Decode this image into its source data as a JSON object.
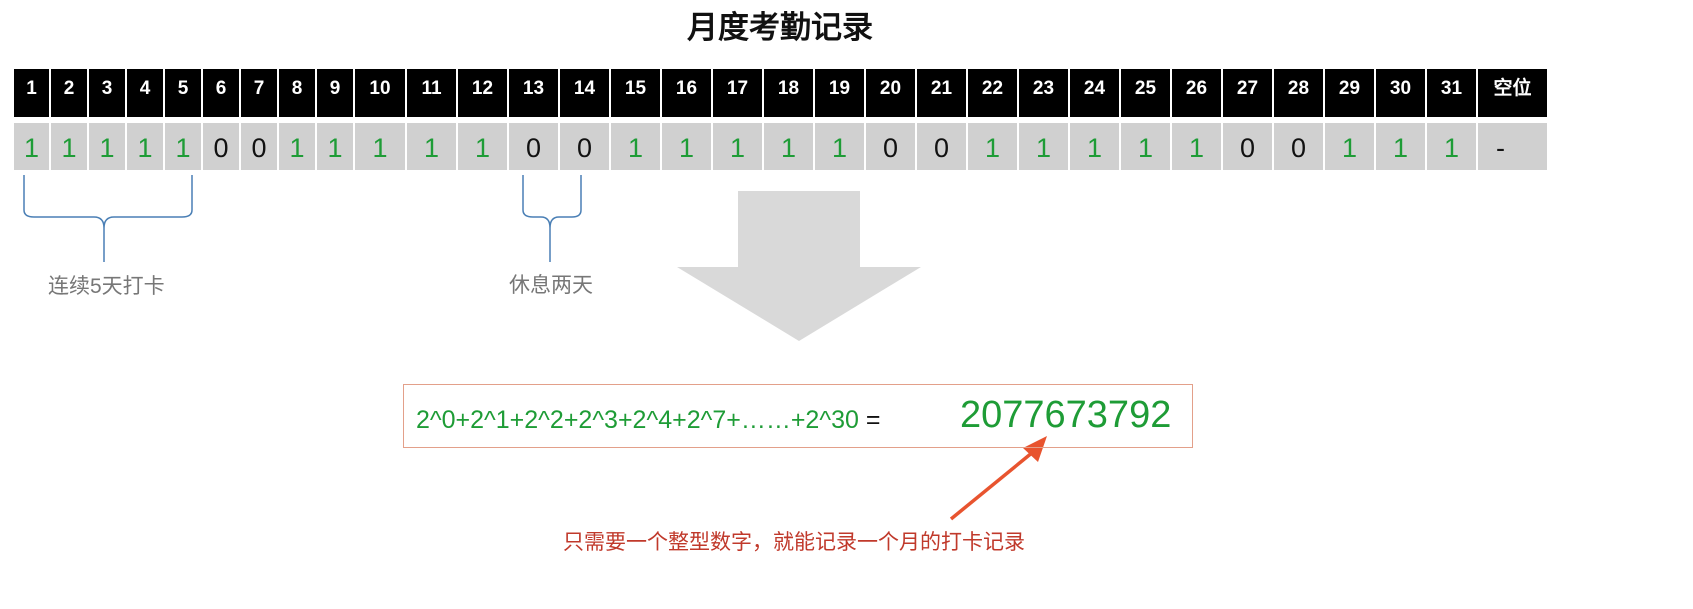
{
  "title": "月度考勤记录",
  "headers": [
    "1",
    "2",
    "3",
    "4",
    "5",
    "6",
    "7",
    "8",
    "9",
    "10",
    "11",
    "12",
    "13",
    "14",
    "15",
    "16",
    "17",
    "18",
    "19",
    "20",
    "21",
    "22",
    "23",
    "24",
    "25",
    "26",
    "27",
    "28",
    "29",
    "30",
    "31",
    "空位"
  ],
  "values": [
    "1",
    "1",
    "1",
    "1",
    "1",
    "0",
    "0",
    "1",
    "1",
    "1",
    "1",
    "1",
    "0",
    "0",
    "1",
    "1",
    "1",
    "1",
    "1",
    "0",
    "0",
    "1",
    "1",
    "1",
    "1",
    "1",
    "0",
    "0",
    "1",
    "1",
    "1",
    "-"
  ],
  "annotations": {
    "streak": "连续5天打卡",
    "rest": "休息两天"
  },
  "formula": {
    "expression": "2^0+2^1+2^2+2^3+2^4+2^7+……+2^30",
    "equals": "=",
    "result": "2077673792"
  },
  "caption": "只需要一个整型数字，就能记录一个月的打卡记录",
  "colors": {
    "header_bg": "#000000",
    "cell_bg": "#d0d0d0",
    "one": "#1e9c36",
    "zero": "#111111",
    "brace": "#4a7fb5",
    "arrow_gray": "#d9d9d9",
    "arrow_red": "#e8542f",
    "caption": "#c0392b"
  }
}
